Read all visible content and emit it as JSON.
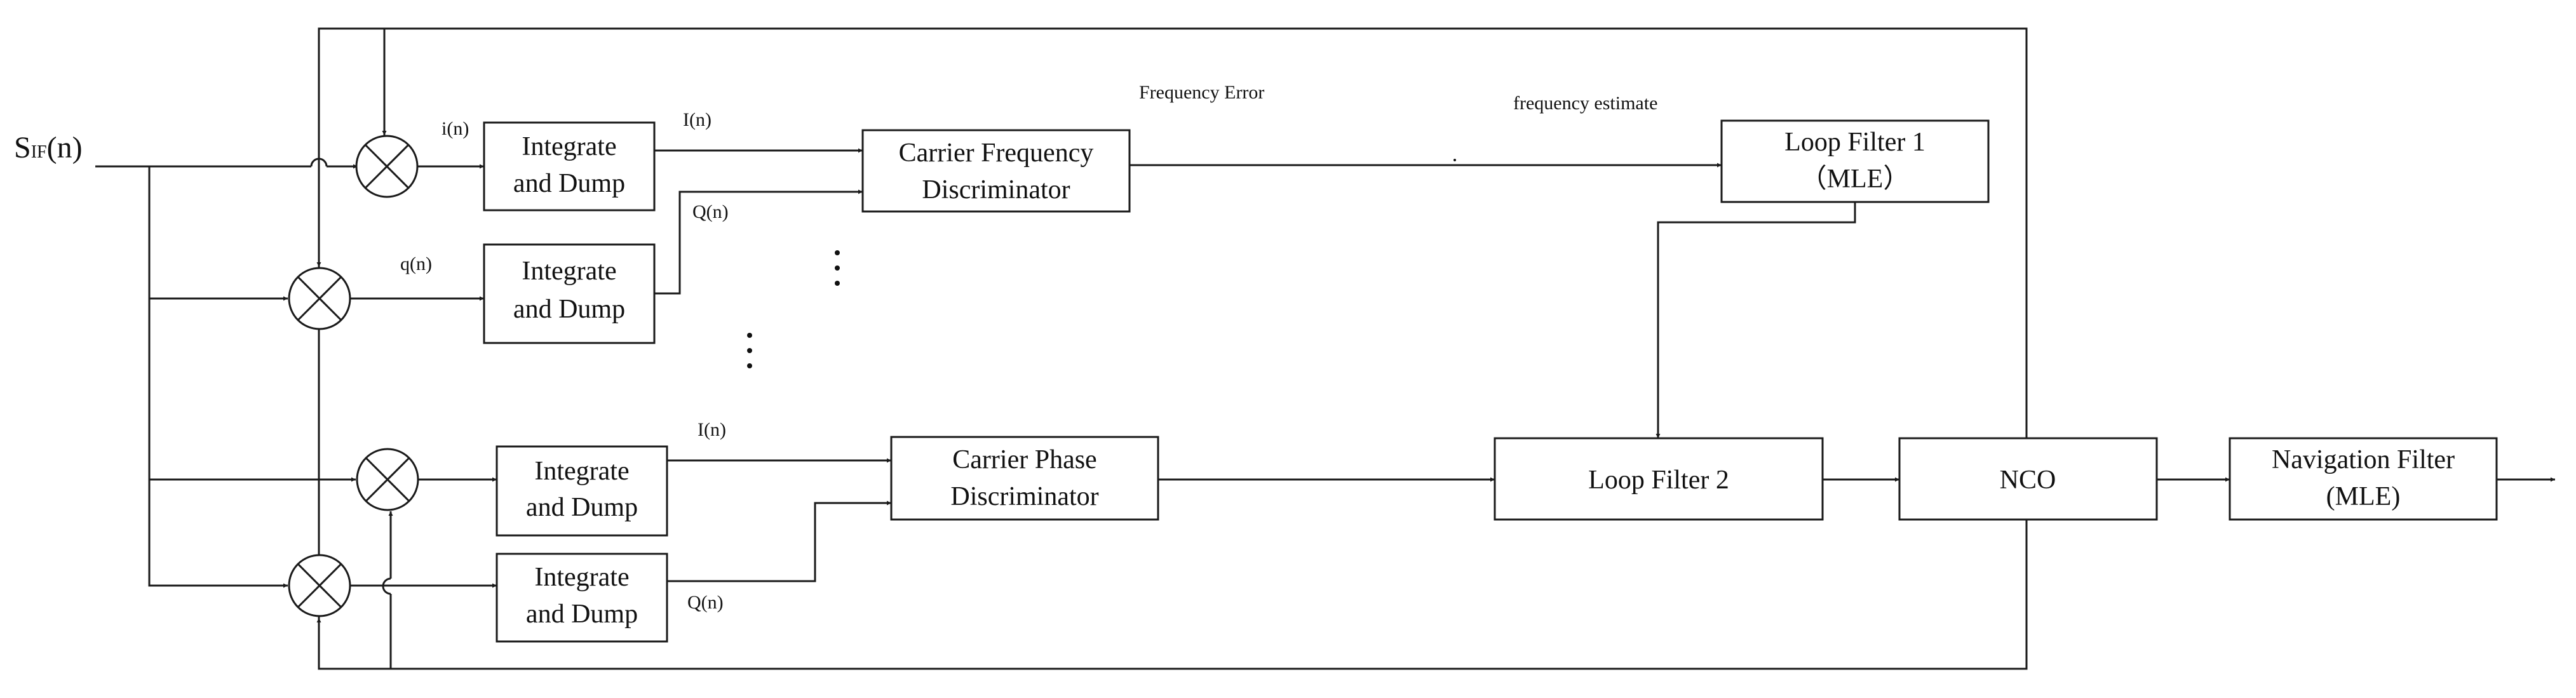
{
  "blocks": {
    "int1": [
      "Integrate",
      "and Dump"
    ],
    "int2": [
      "Integrate",
      "and Dump"
    ],
    "int3": [
      "Integrate",
      "and Dump"
    ],
    "int4": [
      "Integrate",
      "and Dump"
    ],
    "cfd": [
      "Carrier Frequency",
      "Discriminator"
    ],
    "cpd": [
      "Carrier Phase",
      "Discriminator"
    ],
    "lf1": [
      "Loop Filter 1",
      "（MLE）"
    ],
    "lf2": [
      "Loop Filter 2"
    ],
    "nco": [
      "NCO"
    ],
    "nav": [
      "Navigation Filter",
      "(MLE)"
    ]
  },
  "signals": {
    "input_main": "S",
    "input_sub": "IF",
    "input_arg": "(n)",
    "i_n": "i(n)",
    "q_n": "q(n)",
    "I_upper": "I(n)",
    "Q_upper": "Q(n)",
    "I_lower": "I(n)",
    "Q_lower": "Q(n)"
  },
  "annotations": {
    "frequency_error": "Frequency Error",
    "frequency_estimate": "frequency estimate"
  },
  "icons": [
    "mixer-icon",
    "arrowhead-icon",
    "ellipsis-icon"
  ]
}
